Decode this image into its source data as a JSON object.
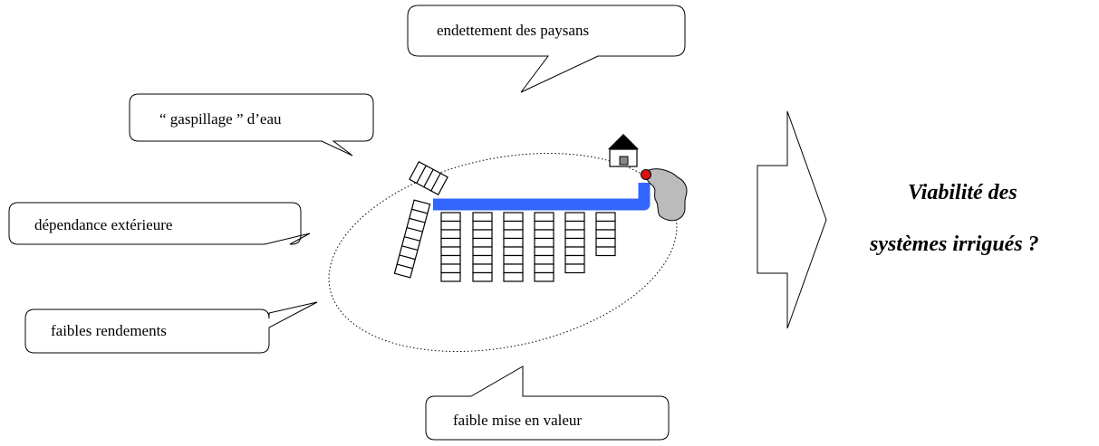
{
  "callouts": {
    "debt": "endettement des paysans",
    "waste": "“ gaspillage ” d’eau",
    "dependence": "dépendance extérieure",
    "yields": "faibles rendements",
    "valorisation": "faible mise en valeur"
  },
  "conclusion": {
    "line1": "Viabilité des",
    "line2": "systèmes irrigués ?"
  },
  "colors": {
    "canal": "#3366ff",
    "source_point": "#dd1111",
    "reservoir": "#bbbbbb"
  }
}
